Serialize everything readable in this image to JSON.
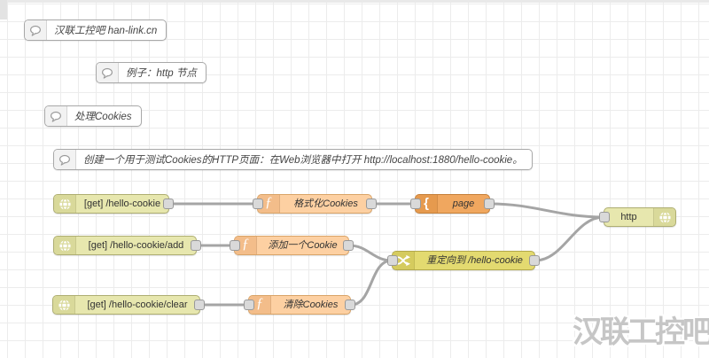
{
  "watermark": {
    "text": "汉联工控吧"
  },
  "colors": {
    "http_in_node": "#e7e7ae",
    "function_node": "#fdd0a2",
    "template_node": "#f0a75f",
    "change_node": "#e3da70",
    "wire": "#a5a5a5",
    "grid_line": "#ececec"
  },
  "comments": [
    {
      "label": "汉联工控吧 han-link.cn"
    },
    {
      "label": "例子：http 节点"
    },
    {
      "label": "处理Cookies"
    },
    {
      "label": "创建一个用于测试Cookies的HTTP页面：在Web浏览器中打开 http://localhost:1880/hello-cookie。"
    }
  ],
  "nodes": [
    {
      "type": "http in",
      "label": "[get] /hello-cookie"
    },
    {
      "type": "function",
      "label": "格式化Cookies"
    },
    {
      "type": "template",
      "label": "page"
    },
    {
      "type": "http response",
      "label": "http"
    },
    {
      "type": "http in",
      "label": "[get] /hello-cookie/add"
    },
    {
      "type": "function",
      "label": "添加一个Cookie"
    },
    {
      "type": "change",
      "label": "重定向到 /hello-cookie"
    },
    {
      "type": "http in",
      "label": "[get] /hello-cookie/clear"
    },
    {
      "type": "function",
      "label": "清除Cookies"
    }
  ]
}
